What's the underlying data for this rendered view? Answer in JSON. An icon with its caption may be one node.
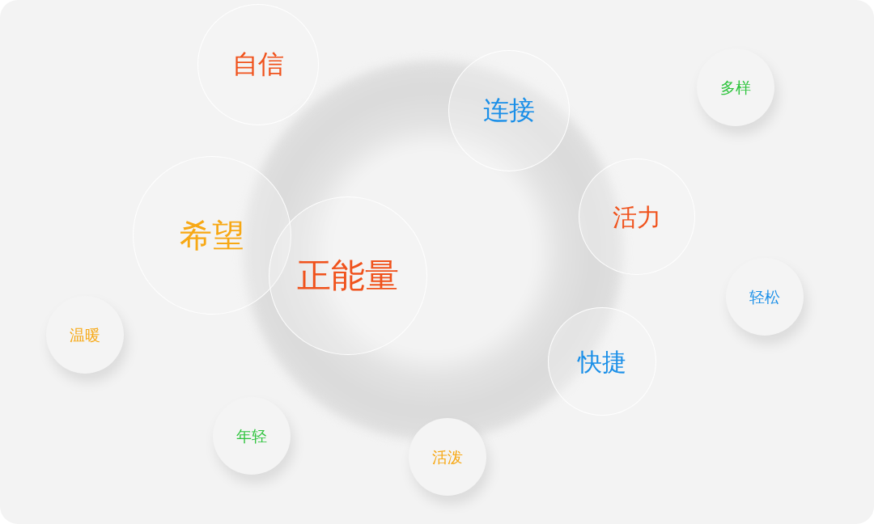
{
  "diagram": {
    "nodes": [
      {
        "text": [
          "自信"
        ]
      },
      {
        "text": [
          "连接"
        ]
      },
      {
        "text": [
          "多样"
        ]
      },
      {
        "text": [
          "活力"
        ]
      },
      {
        "text": [
          "希望"
        ]
      },
      {
        "text": [
          "正能量"
        ]
      },
      {
        "text": [
          "轻松"
        ]
      },
      {
        "text": [
          "温暖"
        ]
      },
      {
        "text": [
          "快捷"
        ]
      },
      {
        "text": [
          "年轻"
        ]
      },
      {
        "text": [
          "活泼"
        ]
      }
    ]
  }
}
